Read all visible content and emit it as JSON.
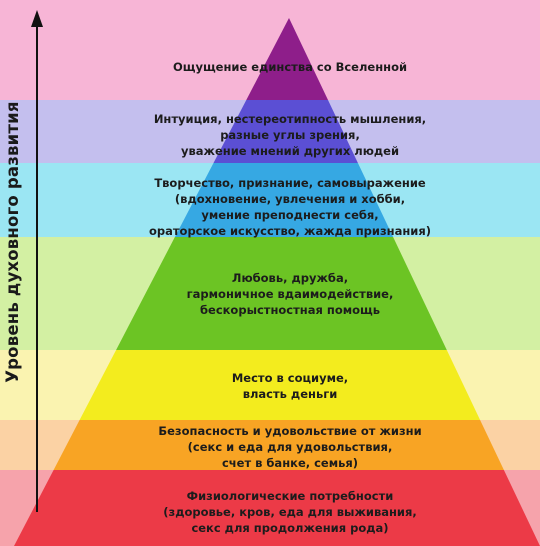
{
  "axis": {
    "label": "Уровень духовного развития"
  },
  "levels": [
    {
      "lines": [
        "Ощущение единства со Вселенной"
      ],
      "band_color": "#f7b5d6",
      "pyramid_color": "#8e1e8a"
    },
    {
      "lines": [
        "Интуиция, нестереотипность мышления,",
        "разные углы зрения,",
        "уважение мнений других людей"
      ],
      "band_color": "#c4bfee",
      "pyramid_color": "#5b4fd4"
    },
    {
      "lines": [
        "Творчество, признание, самовыражение",
        "(вдохновение, увлечения и хобби,",
        "умение преподнести себя,",
        "ораторское искусство, жажда признания)"
      ],
      "band_color": "#9be6f3",
      "pyramid_color": "#36a8e3"
    },
    {
      "lines": [
        "Любовь, дружба,",
        "гармоничное вдаимодействие,",
        "бескорыстностная помощь"
      ],
      "band_color": "#d3f0a3",
      "pyramid_color": "#6cc424"
    },
    {
      "lines": [
        "Место в социуме,",
        "власть деньги"
      ],
      "band_color": "#faf3b0",
      "pyramid_color": "#f3ec1e"
    },
    {
      "lines": [
        "Безопасность и удовольствие от жизни",
        "(секс и еда для удовольствия,",
        "счет в банке, семья)"
      ],
      "band_color": "#fbd2a4",
      "pyramid_color": "#f8a424"
    },
    {
      "lines": [
        "Физиологические потребности",
        "(здоровье, кров, еда для выживания,",
        "секс для продолжения рода)"
      ],
      "band_color": "#f6a3ab",
      "pyramid_color": "#ec3a47"
    }
  ]
}
